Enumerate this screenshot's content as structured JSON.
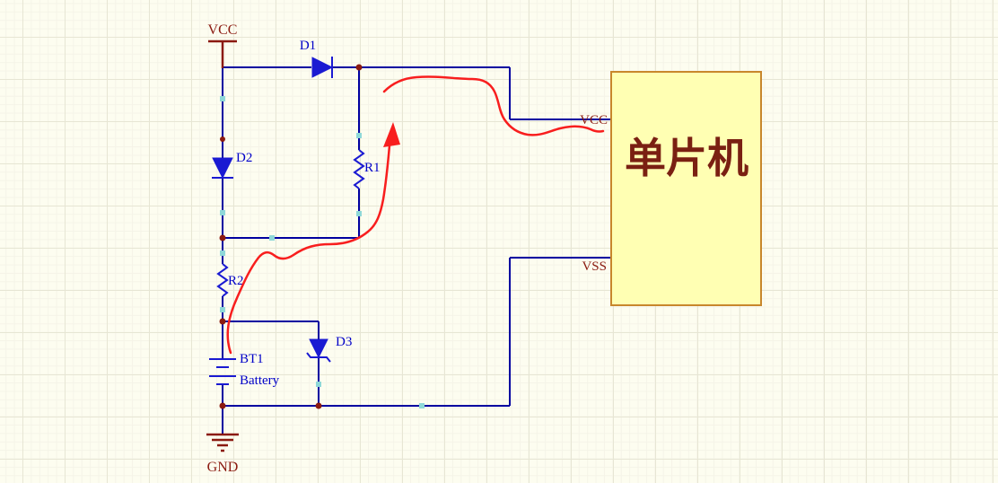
{
  "schematic": {
    "power_ports": {
      "vcc": {
        "label": "VCC"
      },
      "gnd": {
        "label": "GND"
      }
    },
    "components": {
      "d1": {
        "designator": "D1"
      },
      "d2": {
        "designator": "D2"
      },
      "d3": {
        "designator": "D3"
      },
      "r1": {
        "designator": "R1"
      },
      "r2": {
        "designator": "R2"
      },
      "bt1": {
        "designator": "BT1",
        "comment": "Battery"
      }
    },
    "mcu": {
      "title": "单片机",
      "pins": [
        {
          "name": "VCC"
        },
        {
          "name": "VSS"
        }
      ]
    },
    "colors": {
      "background": "#fdfdf0",
      "grid_line": "#e7e6d4",
      "wire": "#0000a0",
      "component_blue": "#1a1ad2",
      "designator_blue": "#0000c8",
      "power_maroon": "#8b1a10",
      "mcu_fill": "#ffffb3",
      "mcu_border": "#c8872c",
      "mcu_title": "#7a2012",
      "annotation_red": "#f81e1e"
    }
  }
}
